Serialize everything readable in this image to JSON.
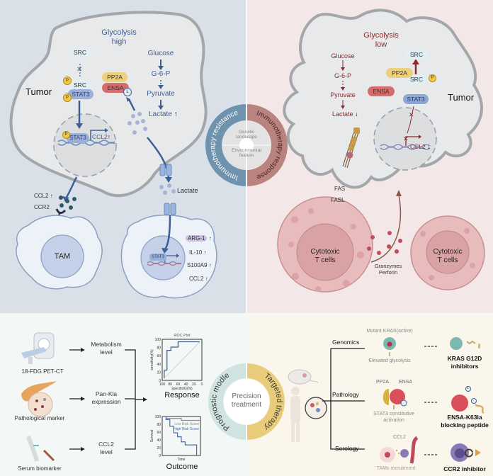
{
  "top_left": {
    "title": "Glycolysis high",
    "title_line1": "Glycolysis",
    "title_line2": "high",
    "tumor_label": "Tumor",
    "src_top": "SRC",
    "src_bottom": "SRC",
    "stat3": "STAT3",
    "phospho": "P",
    "pp2a": "PP2A",
    "ensa": "ENSA",
    "lactyl": "L",
    "pathway": [
      "Glucose",
      "G-6-P",
      "Pyruvate",
      "Lactate"
    ],
    "lactate_trend": "↑",
    "nucleus_stat3": "STAT3",
    "nucleus_ccl2": "CCL2",
    "nucleus_ccl2_trend": "↑",
    "ccl2_label": "CCL2",
    "ccl2_trend": "↑",
    "ccr2_label": "CCR2",
    "tam_label": "TAM",
    "lactate_label": "Lactate",
    "mdsc_stat3": "STAT3",
    "markers": [
      {
        "name": "ARG-1",
        "trend": "↑"
      },
      {
        "name": "IL-10",
        "trend": "↑"
      },
      {
        "name": "S100A9",
        "trend": "↑"
      },
      {
        "name": "CCL2",
        "trend": "↑"
      }
    ]
  },
  "top_right": {
    "title_line1": "Glycolysis",
    "title_line2": "low",
    "tumor_label": "Tumor",
    "pathway": [
      "Glucose",
      "G-6-P",
      "Pyruvate",
      "Lactate"
    ],
    "lactate_trend": "↓",
    "src_top": "SRC",
    "src_bottom": "SRC",
    "phospho": "P",
    "pp2a": "PP2A",
    "ensa": "ENSA",
    "stat3": "STAT3",
    "nucleus_ccl2": "CCL2",
    "nucleus_ccl2_trend": "↓",
    "fas_label": "FAS",
    "fasl_label": "FASL",
    "tcell_left_line1": "Cytotoxic",
    "tcell_left_line2": "T cells",
    "tcell_right_line1": "Cytotoxic",
    "tcell_right_line2": "T cells",
    "granzymes": "Granzymes",
    "perforin": "Perforin"
  },
  "center_top": {
    "left_ring": "Immunotherapy resistance",
    "right_ring": "Immunotherapy response",
    "inner_top_line1": "Genetic",
    "inner_top_line2": "landscape",
    "inner_bottom_line1": "Environmental",
    "inner_bottom_line2": "feature"
  },
  "bottom_left": {
    "inputs": [
      {
        "icon": "pet-ct-scanner-icon",
        "label": "18-FDG PET-CT",
        "measure_line1": "Metabolism",
        "measure_line2": "level"
      },
      {
        "icon": "pancreas-tissue-icon",
        "label": "Pathological marker",
        "measure_line1": "Pan-Kla",
        "measure_line2": "expression"
      },
      {
        "icon": "blood-draw-icon",
        "label": "Serum biomarker",
        "measure_line1": "CCL2",
        "measure_line2": "level"
      }
    ],
    "response_label": "Response",
    "outcome_label": "Outcome"
  },
  "center_bottom": {
    "left_ring": "Prognostic modle",
    "right_ring": "Targeted therapy",
    "inner_line1": "Precision",
    "inner_line2": "treatment"
  },
  "bottom_right": {
    "rows": [
      {
        "category": "Genomics",
        "top_text": "Mutant KRAS(active)",
        "bottom_text": "Elevated glycolysis",
        "drug_line1": "KRAS G12D",
        "drug_line2": "inhibitors"
      },
      {
        "category": "Pathology",
        "top_left_text": "PP2A",
        "top_right_text": "ENSA",
        "bottom_line1": "STAT3 constitutive",
        "bottom_line2": "activation",
        "drug_line1": "ENSA-K63la",
        "drug_line2": "blocking peptide"
      },
      {
        "category": "Serology",
        "top_text": "CCL2",
        "bottom_text": "TAMs recruitment",
        "drug_line1": "CCR2 inhibitor",
        "drug_line2": ""
      }
    ],
    "lactyl": "L"
  },
  "colors": {
    "resistance_blue": "#6f93ad",
    "response_rose": "#b9847f",
    "prognostic_teal": "#cfe3e0",
    "targeted_gold": "#e9cc7a",
    "pathway_blue": "#3e5f95",
    "pathway_red": "#8b2a2a",
    "tcell_pink": "#e6b8b8"
  },
  "chart_data": [
    {
      "type": "line",
      "title": "ROC Plot",
      "xlabel": "specificity(%)",
      "ylabel": "sensitivity(%)",
      "xlim": [
        100,
        0
      ],
      "ylim": [
        0,
        100
      ],
      "xticks": [
        100,
        80,
        60,
        40,
        20,
        0
      ],
      "yticks": [
        0,
        20,
        40,
        60,
        80,
        100
      ],
      "series": [
        {
          "name": "ROC",
          "x": [
            95,
            95,
            88,
            88,
            78,
            78,
            60,
            60,
            5
          ],
          "y": [
            5,
            25,
            25,
            73,
            73,
            81,
            81,
            94,
            94
          ]
        },
        {
          "name": "reference",
          "x": [
            95,
            5
          ],
          "y": [
            5,
            94
          ]
        }
      ]
    },
    {
      "type": "line",
      "title": "",
      "xlabel": "Time",
      "ylabel": "Survival",
      "ylim": [
        0,
        100
      ],
      "yticks": [
        0,
        20,
        40,
        60,
        80,
        100
      ],
      "legend": "top-right",
      "series": [
        {
          "name": "Low Risk Score",
          "x": [
            0,
            10,
            10,
            50,
            50,
            100
          ],
          "y": [
            100,
            100,
            95,
            95,
            90,
            90
          ]
        },
        {
          "name": "High Risk Score",
          "x": [
            0,
            10,
            10,
            20,
            20,
            30,
            30,
            40,
            40,
            50,
            50,
            60,
            60,
            90,
            90
          ],
          "y": [
            100,
            100,
            92,
            92,
            75,
            75,
            58,
            58,
            48,
            48,
            35,
            35,
            27,
            27,
            0
          ]
        }
      ]
    }
  ]
}
